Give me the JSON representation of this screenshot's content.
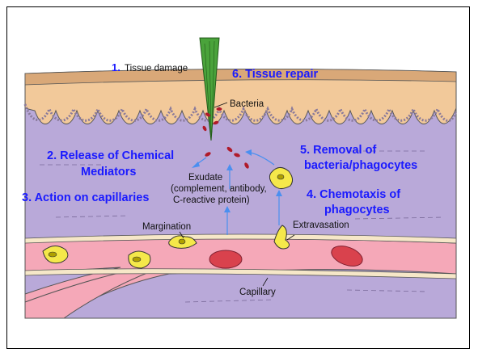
{
  "steps": {
    "s1_num": "1.",
    "s1_text": "Tissue damage",
    "s2_line1": "2. Release of Chemical",
    "s2_line2": "Mediators",
    "s3": "3. Action on capillaries",
    "s4_line1": "4. Chemotaxis of",
    "s4_line2": "phagocytes",
    "s5_line1": "5. Removal of",
    "s5_line2": "bacteria/phagocytes",
    "s6": "6. Tissue repair"
  },
  "labels": {
    "bacteria": "Bacteria",
    "exudate_1": "Exudate",
    "exudate_2": "(complement, antibody,",
    "exudate_3": "C-reactive protein)",
    "margination": "Margination",
    "extravasation": "Extravasation",
    "capillary": "Capillary"
  },
  "colors": {
    "skin": "#f2c99a",
    "tissue": "#b9a9d9",
    "capillary": "#f5a8b8",
    "phagocyte": "#f5e84a",
    "rbc": "#d9424d",
    "bacteria": "#b01a2a",
    "splinter": "#4aa33b",
    "step_text": "#1a1aff"
  }
}
